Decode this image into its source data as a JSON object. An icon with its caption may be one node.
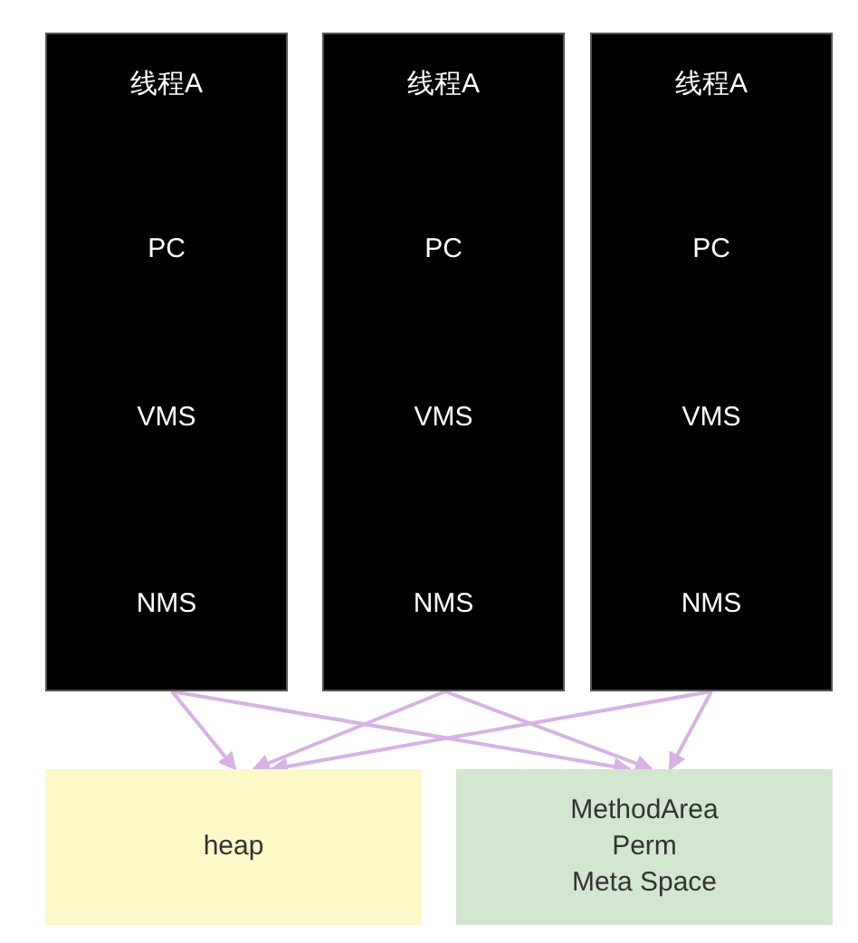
{
  "diagram": {
    "nodes": [
      {
        "text": [
          "线程A",
          "PC",
          "VMS",
          "NMS"
        ]
      },
      {
        "text": [
          "线程A",
          "PC",
          "VMS",
          "NMS"
        ]
      },
      {
        "text": [
          "线程A",
          "PC",
          "VMS",
          "NMS"
        ]
      },
      {
        "text": [
          "heap"
        ]
      },
      {
        "text": [
          "MethodArea",
          "Perm",
          "Meta Space"
        ]
      }
    ],
    "edges": [
      {
        "from": 0,
        "to": 3,
        "arrow": "to"
      },
      {
        "from": 0,
        "to": 4,
        "arrow": "to"
      },
      {
        "from": 1,
        "to": 3,
        "arrow": "to"
      },
      {
        "from": 1,
        "to": 4,
        "arrow": "to"
      },
      {
        "from": 2,
        "to": 3,
        "arrow": "to"
      },
      {
        "from": 2,
        "to": 4,
        "arrow": "to"
      }
    ]
  }
}
